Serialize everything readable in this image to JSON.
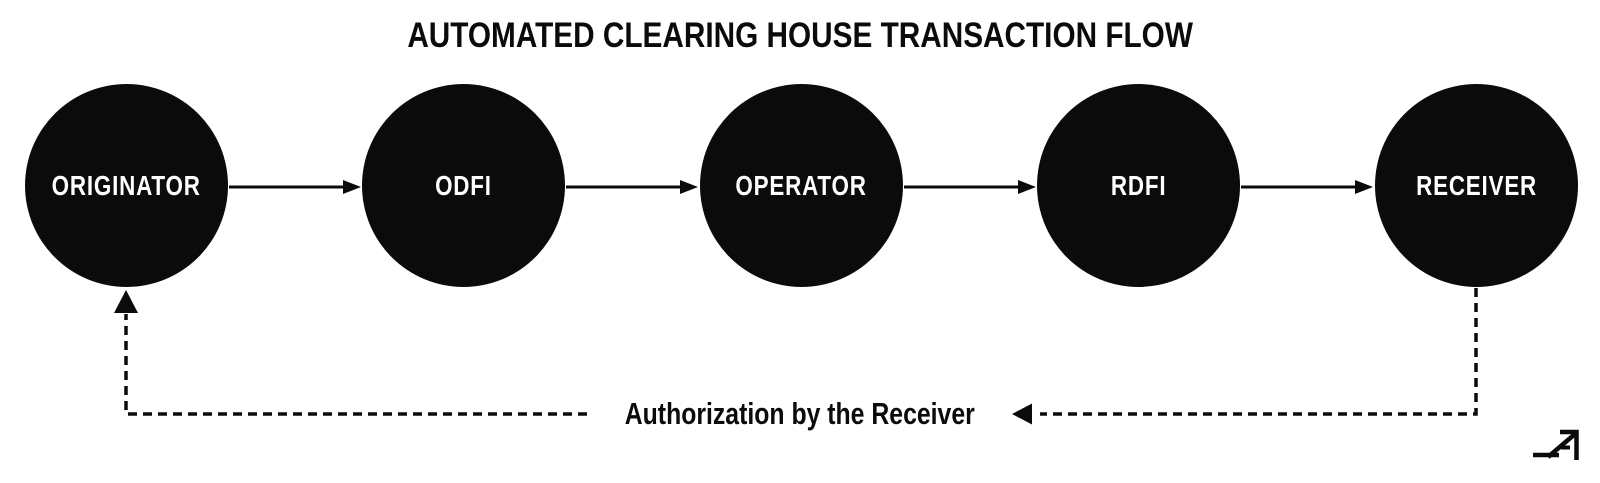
{
  "title": "AUTOMATED CLEARING HOUSE TRANSACTION FLOW",
  "nodes": [
    {
      "id": "originator",
      "label": "ORIGINATOR"
    },
    {
      "id": "odfi",
      "label": "ODFI"
    },
    {
      "id": "operator",
      "label": "OPERATOR"
    },
    {
      "id": "rdfi",
      "label": "RDFI"
    },
    {
      "id": "receiver",
      "label": "RECEIVER"
    }
  ],
  "flow": {
    "direction": "left-to-right",
    "solid_arrows": [
      "ORIGINATOR to ODFI",
      "ODFI to OPERATOR",
      "OPERATOR to RDFI",
      "RDFI to RECEIVER"
    ],
    "feedback": {
      "label": "Authorization by the Receiver",
      "from": "RECEIVER",
      "to": "ORIGINATOR",
      "line_style": "dashed"
    }
  },
  "colors": {
    "background": "#ffffff",
    "node_fill": "#0b0b0b",
    "node_text": "#ffffff",
    "line": "#0b0b0b",
    "title_text": "#0b0b0b"
  },
  "logo": {
    "icon": "up-right-arrow-logo"
  }
}
